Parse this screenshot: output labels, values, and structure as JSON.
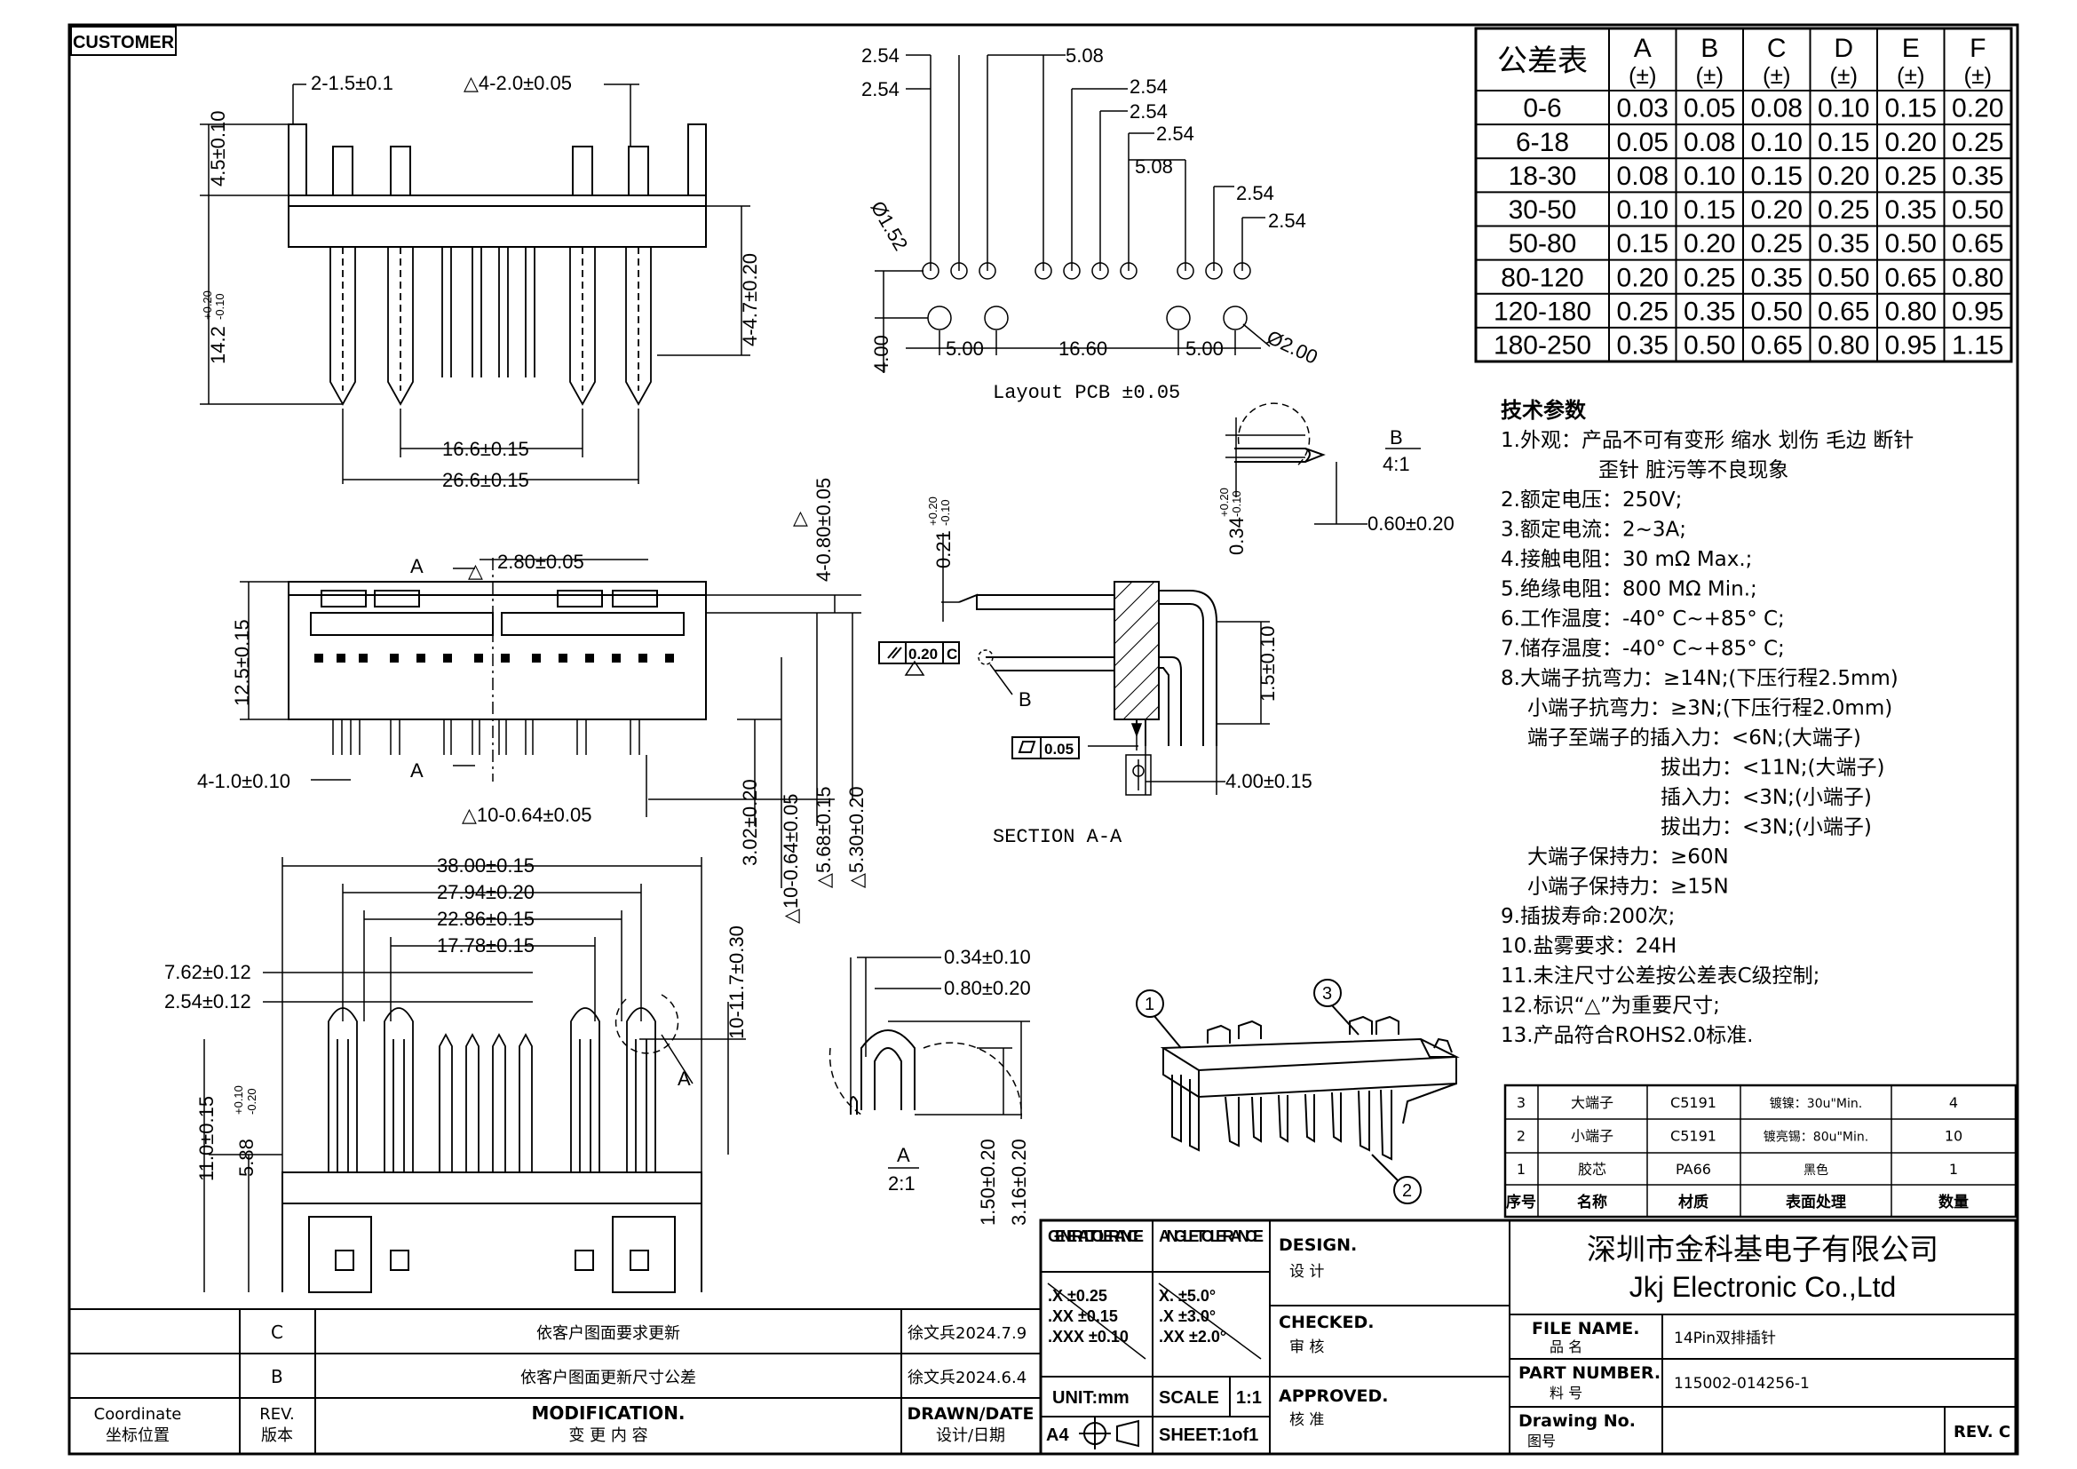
{
  "customer_label": "CUSTOMER",
  "top_view": {
    "dims": [
      "2-1.5±0.1",
      "△4-2.0±0.05",
      "4.5±0.10",
      "14.2",
      "+0.20",
      "-0.10",
      "4-4.7±0.20",
      "16.6±0.15",
      "26.6±0.15"
    ]
  },
  "side_view": {
    "dims": [
      "△",
      "2.80±0.05",
      "A",
      "A",
      "12.5±0.15",
      "4-1.0±0.10",
      "△10-0.64±0.05",
      "4-0.80±0.05",
      "△",
      "3.02±0.20",
      "△10-0.64±0.05",
      "△5.68±0.15",
      "△5.30±0.20"
    ]
  },
  "front_view": {
    "dims": [
      "38.00±0.15",
      "27.94±0.20",
      "22.86±0.15",
      "17.78±0.15",
      "7.62±0.12",
      "2.54±0.12",
      "10-11.7±0.30",
      "11.0±0.15",
      "5.88",
      "+0.10",
      "-0.20",
      "A"
    ]
  },
  "pcb_layout": {
    "dims": [
      "2.54",
      "2.54",
      "5.08",
      "2.54",
      "2.54",
      "2.54",
      "5.08",
      "2.54",
      "2.54",
      "Ø1.52",
      "4.00",
      "5.00",
      "16.60",
      "5.00",
      "Ø2.00"
    ],
    "caption": "Layout PCB ±0.05"
  },
  "section": {
    "dims": [
      "0.21",
      "+0.20",
      "-0.10",
      "0.20",
      "C",
      "B",
      "0.05",
      "1.5±0.10",
      "4.00±0.15"
    ],
    "caption": "SECTION A-A"
  },
  "detail_b": {
    "label": "B",
    "scale": "4:1",
    "dims": [
      "0.34",
      "+0.20",
      "-0.10",
      "0.60±0.20"
    ]
  },
  "detail_a": {
    "label": "A",
    "scale": "2:1",
    "dims": [
      "0.34±0.10",
      "0.80±0.20",
      "1.50±0.20",
      "3.16±0.20"
    ]
  },
  "tolerance_table": {
    "title": "公差表",
    "columns": [
      "A",
      "B",
      "C",
      "D",
      "E",
      "F"
    ],
    "sub": "(±)",
    "rows": [
      [
        "0-6",
        "0.03",
        "0.05",
        "0.08",
        "0.10",
        "0.15",
        "0.20"
      ],
      [
        "6-18",
        "0.05",
        "0.08",
        "0.10",
        "0.15",
        "0.20",
        "0.25"
      ],
      [
        "18-30",
        "0.08",
        "0.10",
        "0.15",
        "0.20",
        "0.25",
        "0.35"
      ],
      [
        "30-50",
        "0.10",
        "0.15",
        "0.20",
        "0.25",
        "0.35",
        "0.50"
      ],
      [
        "50-80",
        "0.15",
        "0.20",
        "0.25",
        "0.35",
        "0.50",
        "0.65"
      ],
      [
        "80-120",
        "0.20",
        "0.25",
        "0.35",
        "0.50",
        "0.65",
        "0.80"
      ],
      [
        "120-180",
        "0.25",
        "0.35",
        "0.50",
        "0.65",
        "0.80",
        "0.95"
      ],
      [
        "180-250",
        "0.35",
        "0.50",
        "0.65",
        "0.80",
        "0.95",
        "1.15"
      ]
    ]
  },
  "tech_params": {
    "title": "技术参数",
    "lines": [
      "1.外观：产品不可有变形 缩水 划伤 毛边 断针",
      "歪针  脏污等不良现象",
      "2.额定电压：250V;",
      "3.额定电流：2~3A;",
      "4.接触电阻：30 mΩ Max.;",
      "5.绝缘电阻：800 MΩ Min.;",
      "6.工作温度：-40° C~+85° C;",
      "7.储存温度：-40° C~+85° C;",
      "8.大端子抗弯力：≥14N;(下压行程2.5mm)",
      "小端子抗弯力：≥3N;(下压行程2.0mm)",
      "端子至端子的插入力：<6N;(大端子)",
      "拔出力：<11N;(大端子)",
      "插入力：<3N;(小端子)",
      "拔出力：<3N;(小端子)",
      "大端子保持力：≥60N",
      "小端子保持力：≥15N",
      "9.插拔寿命:200次;",
      "10.盐雾要求：24H",
      "11.未注尺寸公差按公差表C级控制;",
      "12.标识“△”为重要尺寸;",
      "13.产品符合ROHS2.0标准."
    ]
  },
  "callouts": [
    "1",
    "2",
    "3"
  ],
  "bom": {
    "rows": [
      [
        "3",
        "大端子",
        "C5191",
        "镀镍：30u\"Min.",
        "4"
      ],
      [
        "2",
        "小端子",
        "C5191",
        "镀亮锡：80u\"Min.",
        "10"
      ],
      [
        "1",
        "胶芯",
        "PA66",
        "黑色",
        "1"
      ]
    ],
    "header": [
      "序号",
      "名称",
      "材质",
      "表面处理",
      "数量"
    ]
  },
  "revisions": {
    "rows": [
      {
        "rev": "C",
        "text": "依客户图面要求更新",
        "drawn": "徐文兵2024.7.9"
      },
      {
        "rev": "B",
        "text": "依客户图面更新尺寸公差",
        "drawn": "徐文兵2024.6.4"
      }
    ],
    "header": {
      "coord_en": "Coordinate",
      "coord_cn": "坐标位置",
      "rev_en": "REV.",
      "rev_cn": "版本",
      "mod_en": "MODIFICATION.",
      "mod_cn": "变 更 内 容",
      "drawn_en": "DRAWN/DATE",
      "drawn_cn": "设计/日期"
    }
  },
  "tolerance_block": {
    "general": "GENERAL TOLERANCE",
    "angle": "ANGLE TOLERANCE",
    "gen_rows": [
      ".X  ±0.25",
      ".XX  ±0.15",
      ".XXX  ±0.10"
    ],
    "ang_rows": [
      "X.  ±5.0°",
      ".X  ±3.0°",
      ".XX  ±2.0°"
    ],
    "unit": "UNIT:mm",
    "scale_label": "SCALE",
    "scale_value": "1:1",
    "paper": "A4",
    "sheet": "SHEET:1of1"
  },
  "signoff": {
    "design_en": "DESIGN.",
    "design_cn": "设 计",
    "checked_en": "CHECKED.",
    "checked_cn": "审 核",
    "approved_en": "APPROVED.",
    "approved_cn": "核 准"
  },
  "company": {
    "cn": "深圳市金科基电子有限公司",
    "en": "Jkj  Electronic  Co.,Ltd"
  },
  "title_block": {
    "file_name_en": "FILE NAME.",
    "file_name_cn": "品 名",
    "file_name": "14Pin双排插针",
    "part_en": "PART NUMBER.",
    "part_cn": "料 号",
    "part_number": "115002-014256-1",
    "drawing_en": "Drawing No.",
    "drawing_cn": "图号",
    "rev": "REV. C"
  }
}
